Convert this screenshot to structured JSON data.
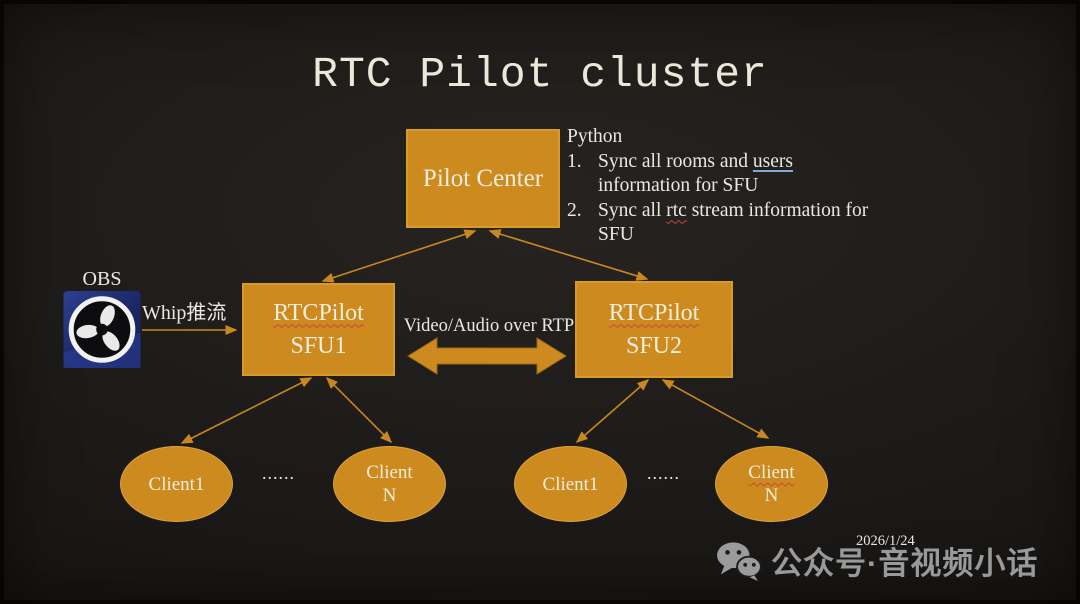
{
  "title": "RTC Pilot cluster",
  "pilot_center": {
    "label": "Pilot Center"
  },
  "python_note": {
    "heading": "Python",
    "items": [
      {
        "num": "1.",
        "l1_pre": "Sync all rooms and ",
        "l1_mark": "users",
        "l1_post": "",
        "l2": "information for SFU"
      },
      {
        "num": "2.",
        "l1_pre": "Sync all ",
        "l1_mark": "rtc",
        "l1_post": " stream information for",
        "l2": "SFU"
      }
    ]
  },
  "obs": {
    "label": "OBS",
    "icon": "obs-logo"
  },
  "whip_label": "Whip推流",
  "sfu1": {
    "name": "RTCPilot",
    "id": "SFU1"
  },
  "sfu2": {
    "name": "RTCPilot",
    "id": "SFU2"
  },
  "rtp_label": "Video/Audio over RTP",
  "clients_left": {
    "first": "Client1",
    "dots": "......",
    "last_line1": "Client",
    "last_line2": "N"
  },
  "clients_right": {
    "first": "Client1",
    "dots": "......",
    "last_line1": "Client",
    "last_line2": "N"
  },
  "date": "2026/1/24",
  "watermark": {
    "text": "公众号·音视频小话",
    "icon": "wechat-chat-bubbles"
  },
  "colors": {
    "background": "#1c1a18",
    "box_orange": "#cd8a1e",
    "box_border": "#d99a2c",
    "arrow_orange": "#c9881f",
    "title_cream": "#ebe7d9",
    "text_cream": "#f3eedd",
    "body_white": "#eae8e3",
    "watermark_gray": "#999999",
    "obs_blue": "#1c2a6a"
  }
}
